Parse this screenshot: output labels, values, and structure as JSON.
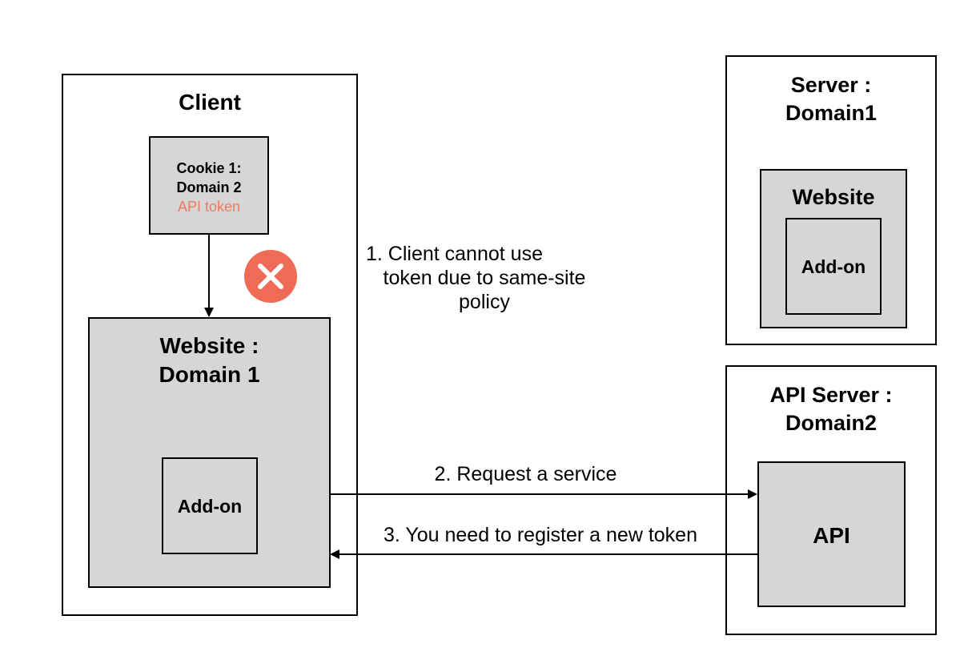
{
  "client": {
    "title": "Client",
    "cookie": {
      "line1": "Cookie 1:",
      "line2": "Domain 2",
      "token": "API token",
      "token_color": "#f07a5f"
    },
    "website": {
      "title_line1": "Website :",
      "title_line2": "Domain 1",
      "addon": "Add-on"
    }
  },
  "server": {
    "title_line1": "Server :",
    "title_line2": "Domain1",
    "website": "Website",
    "addon": "Add-on"
  },
  "api_server": {
    "title_line1": "API Server :",
    "title_line2": "Domain2",
    "api": "API"
  },
  "steps": {
    "step1_line1": "1.   Client cannot use",
    "step1_line2": "token due to same-site",
    "step1_line3": "policy",
    "step2": "2. Request a service",
    "step3": "3. You need to register a new token"
  },
  "blocked_icon": {
    "name": "close-icon",
    "color": "#ee6c55"
  }
}
